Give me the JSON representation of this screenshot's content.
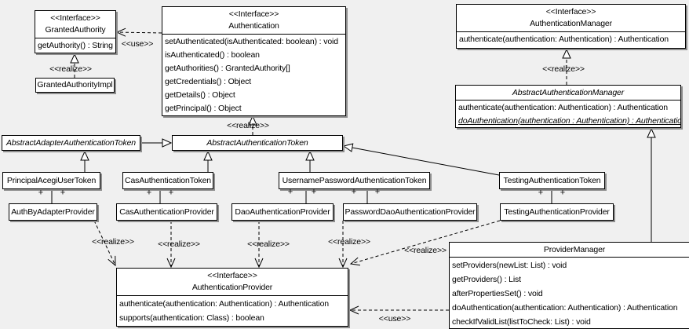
{
  "labels": {
    "realize": "<<realize>>",
    "use": "<<use>>",
    "plus": "+",
    "interface_stereotype": "<<Interface>>"
  },
  "colors": {
    "background": "#f0f0f0",
    "box_fill": "#ffffff",
    "line": "#000000",
    "shadow": "#8e8e8e"
  },
  "classes": {
    "granted_authority": {
      "stereotype": "<<Interface>>",
      "name": "GrantedAuthority",
      "methods": [
        "getAuthority() : String"
      ]
    },
    "granted_authority_impl": {
      "name": "GrantedAuthorityImpl"
    },
    "authentication": {
      "stereotype": "<<Interface>>",
      "name": "Authentication",
      "methods": [
        "setAuthenticated(isAuthenticated: boolean) : void",
        "isAuthenticated() : boolean",
        "getAuthorities() : GrantedAuthority[]",
        "getCredentials() : Object",
        "getDetails() : Object",
        "getPrincipal() : Object"
      ]
    },
    "authentication_manager": {
      "stereotype": "<<Interface>>",
      "name": "AuthenticationManager",
      "methods": [
        "authenticate(authentication: Authentication) : Authentication"
      ]
    },
    "abstract_authentication_manager": {
      "name": "AbstractAuthenticationManager",
      "abstract": true,
      "methods": [
        "authenticate(authentication: Authentication) : Authentication",
        "doAuthentication(authentication : Authentication) : Authentication"
      ]
    },
    "abstract_adapter_authentication_token": {
      "name": "AbstractAdapterAuthenticationToken",
      "abstract": true
    },
    "abstract_authentication_token": {
      "name": "AbstractAuthenticationToken",
      "abstract": true
    },
    "principal_acegi_user_token": {
      "name": "PrincipalAcegiUserToken"
    },
    "cas_authentication_token": {
      "name": "CasAuthenticationToken"
    },
    "username_password_authentication_token": {
      "name": "UsernamePasswordAuthenticationToken"
    },
    "testing_authentication_token": {
      "name": "TestingAuthenticationToken"
    },
    "auth_by_adapter_provider": {
      "name": "AuthByAdapterProvider"
    },
    "cas_authentication_provider": {
      "name": "CasAuthenticationProvider"
    },
    "dao_authentication_provider": {
      "name": "DaoAuthenticationProvider"
    },
    "password_dao_authentication_provider": {
      "name": "PasswordDaoAuthenticationProvider"
    },
    "testing_authentication_provider": {
      "name": "TestingAuthenticationProvider"
    },
    "authentication_provider": {
      "stereotype": "<<Interface>>",
      "name": "AuthenticationProvider",
      "methods": [
        "authenticate(authentication: Authentication) : Authentication",
        "supports(authentication: Class) : boolean"
      ]
    },
    "provider_manager": {
      "name": "ProviderManager",
      "methods": [
        "setProviders(newList: List) : void",
        "getProviders() : List",
        "afterPropertiesSet() : void",
        "doAuthentication(authentication: Authentication) : Authentication",
        "checkIfValidList(listToCheck: List) : void"
      ]
    }
  },
  "relationships": [
    {
      "type": "use",
      "from": "Authentication",
      "to": "GrantedAuthority",
      "label": "<<use>>"
    },
    {
      "type": "realize",
      "from": "GrantedAuthorityImpl",
      "to": "GrantedAuthority",
      "label": "<<realize>>"
    },
    {
      "type": "realize",
      "from": "AbstractAuthenticationToken",
      "to": "Authentication",
      "label": "<<realize>>"
    },
    {
      "type": "realize",
      "from": "AbstractAuthenticationManager",
      "to": "AuthenticationManager",
      "label": "<<realize>>"
    },
    {
      "type": "generalization",
      "from": "AbstractAdapterAuthenticationToken",
      "to": "AbstractAuthenticationToken"
    },
    {
      "type": "generalization",
      "from": "PrincipalAcegiUserToken",
      "to": "AbstractAdapterAuthenticationToken"
    },
    {
      "type": "generalization",
      "from": "CasAuthenticationToken",
      "to": "AbstractAuthenticationToken"
    },
    {
      "type": "generalization",
      "from": "UsernamePasswordAuthenticationToken",
      "to": "AbstractAuthenticationToken"
    },
    {
      "type": "generalization",
      "from": "TestingAuthenticationToken",
      "to": "AbstractAuthenticationToken"
    },
    {
      "type": "generalization",
      "from": "ProviderManager",
      "to": "AbstractAuthenticationManager"
    },
    {
      "type": "association",
      "from": "PrincipalAcegiUserToken",
      "to": "AuthByAdapterProvider",
      "end_labels": [
        "+",
        "+"
      ]
    },
    {
      "type": "association",
      "from": "CasAuthenticationToken",
      "to": "CasAuthenticationProvider",
      "end_labels": [
        "+",
        "+"
      ]
    },
    {
      "type": "association",
      "from": "UsernamePasswordAuthenticationToken",
      "to": "DaoAuthenticationProvider",
      "end_labels": [
        "+",
        "+"
      ]
    },
    {
      "type": "association",
      "from": "UsernamePasswordAuthenticationToken",
      "to": "PasswordDaoAuthenticationProvider",
      "end_labels": [
        "+",
        "+"
      ]
    },
    {
      "type": "association",
      "from": "TestingAuthenticationToken",
      "to": "TestingAuthenticationProvider",
      "end_labels": [
        "+",
        "+"
      ]
    },
    {
      "type": "realize",
      "from": "AuthByAdapterProvider",
      "to": "AuthenticationProvider",
      "label": "<<realize>>"
    },
    {
      "type": "realize",
      "from": "CasAuthenticationProvider",
      "to": "AuthenticationProvider",
      "label": "<<realize>>"
    },
    {
      "type": "realize",
      "from": "DaoAuthenticationProvider",
      "to": "AuthenticationProvider",
      "label": "<<realize>>"
    },
    {
      "type": "realize",
      "from": "PasswordDaoAuthenticationProvider",
      "to": "AuthenticationProvider",
      "label": "<<realize>>"
    },
    {
      "type": "realize",
      "from": "TestingAuthenticationProvider",
      "to": "AuthenticationProvider",
      "label": "<<realize>>"
    },
    {
      "type": "use",
      "from": "ProviderManager",
      "to": "AuthenticationProvider",
      "label": "<<use>>"
    }
  ]
}
